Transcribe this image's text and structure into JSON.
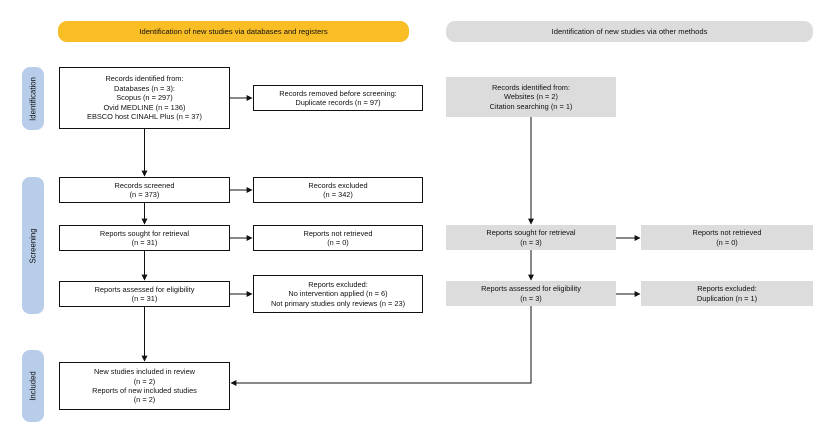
{
  "headers": {
    "databases": "Identification of new studies via databases and registers",
    "other": "Identification of new studies via other methods"
  },
  "phases": {
    "identification": "Identification",
    "screening": "Screening",
    "included": "Included"
  },
  "db": {
    "identified": [
      "Records identified from:",
      "Databases (n = 3):",
      "Scopus (n = 297)",
      "Ovid MEDLINE (n = 136)",
      "EBSCO host CINAHL Plus (n = 37)"
    ],
    "removed": [
      "Records removed before screening:",
      "Duplicate records (n = 97)"
    ],
    "screened": [
      "Records screened",
      "(n = 373)"
    ],
    "excluded": [
      "Records excluded",
      "(n = 342)"
    ],
    "sought": [
      "Reports sought for retrieval",
      "(n = 31)"
    ],
    "not_retrieved": [
      "Reports not retrieved",
      "(n = 0)"
    ],
    "assessed": [
      "Reports assessed for eligibility",
      "(n = 31)"
    ],
    "reports_excluded": [
      "Reports excluded:",
      "No intervention applied (n = 6)",
      "Not primary studies only reviews (n = 23)"
    ],
    "included": [
      "New studies included in review",
      "(n = 2)",
      "Reports of new included studies",
      "(n = 2)"
    ]
  },
  "other": {
    "identified": [
      "Records identified from:",
      "Websites (n = 2)",
      "Citation searching (n = 1)"
    ],
    "sought": [
      "Reports sought for retrieval",
      "(n = 3)"
    ],
    "not_retrieved": [
      "Reports not retrieved",
      "(n = 0)"
    ],
    "assessed": [
      "Reports assessed for eligibility",
      "(n = 3)"
    ],
    "reports_excluded": [
      "Reports excluded:",
      "Duplication (n = 1)"
    ]
  }
}
